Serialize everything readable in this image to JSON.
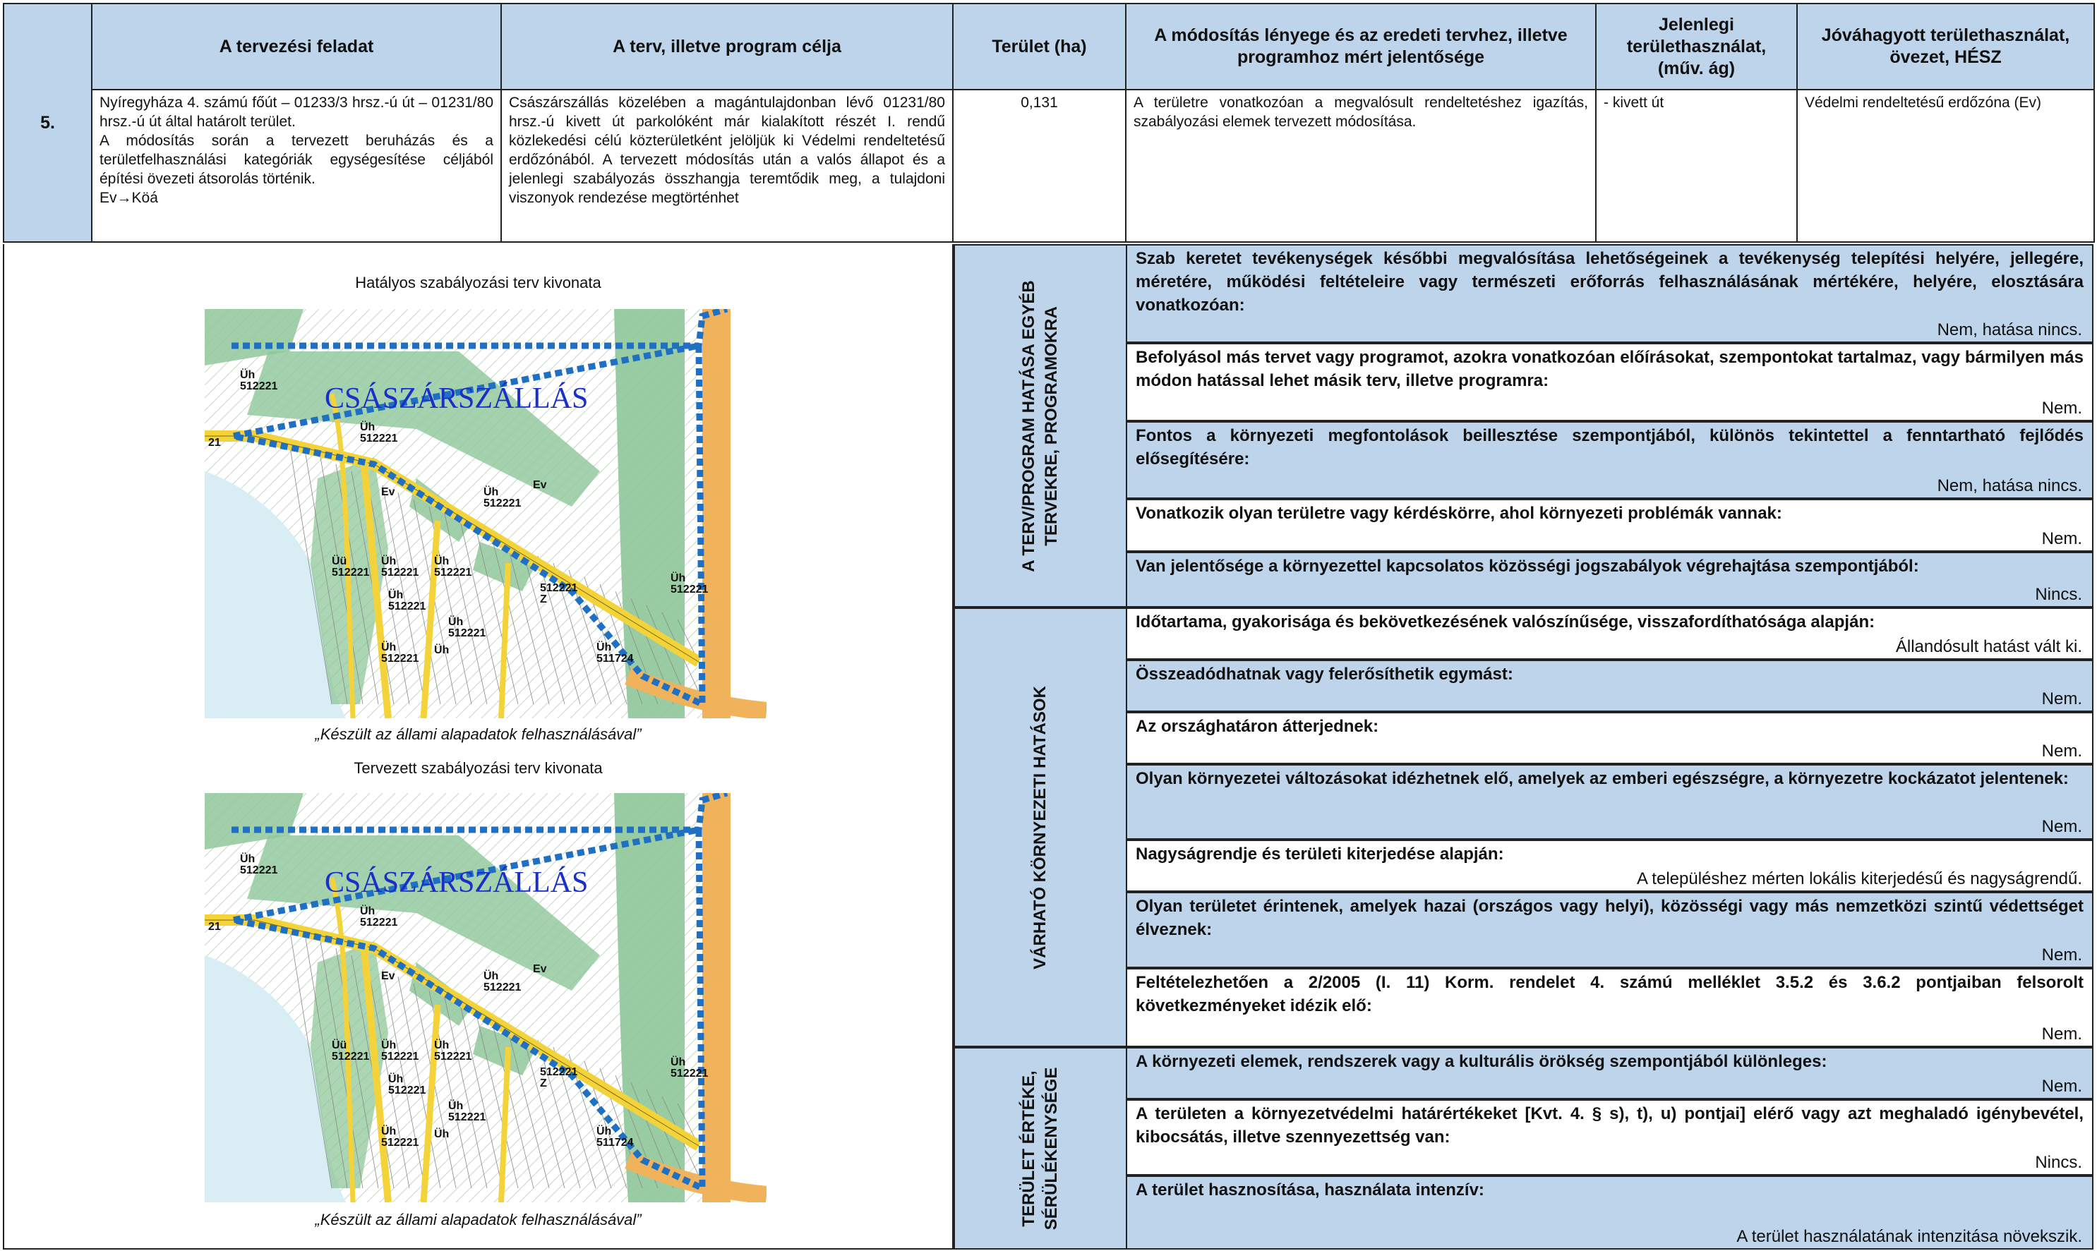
{
  "header": {
    "col_feladat": "A tervezési feladat",
    "col_cel": "A terv, illetve program célja",
    "col_terulet": "Terület (ha)",
    "col_modositas": "A módosítás lényege és az eredeti tervhez, illetve programhoz mért jelentősége",
    "col_jelenlegi": "Jelenlegi területhasználat, (műv. ág)",
    "col_jovahagyott": "Jóváhagyott területhasználat, övezet, HÉSZ"
  },
  "row": {
    "number": "5.",
    "feladat": "Nyíregyháza 4. számú főút – 01233/3 hrsz.-ú út – 01231/80 hrsz.-ú út által határolt terület.\nA módosítás során a tervezett beruházás és a területfelhasználási kategóriák egységesítése céljából építési övezeti átsorolás történik.\nEv→Köá",
    "cel": "Császárszállás közelében a magántulajdonban lévő 01231/80 hrsz.-ú kivett út parkolóként már kialakított részét I. rendű közlekedési célú közterületként jelöljük ki Védelmi rendeltetésű erdőzónából. A tervezett módosítás után a valós állapot és a jelenlegi szabályozás összhangja teremtődik meg, a tulajdoni viszonyok rendezése megtörténhet",
    "terulet": "0,131",
    "modositas": "A területre vonatkozóan a megvalósult rendeltetéshez igazítás, szabályozási elemek tervezett módosítása.",
    "jelenlegi": "- kivett út",
    "jovahagyott": "Védelmi rendeltetésű erdőzóna (Ev)"
  },
  "maps": [
    {
      "title": "Hatályos szabályozási terv kivonata",
      "caption": "„Készült az állami alapadatok felhasználásával”",
      "place": "CSÁSZÁRSZÁLLÁS",
      "labels": [
        "Üh",
        "512221",
        "Üh",
        "512221",
        "Ev",
        "Üh",
        "512221",
        "Ev",
        "Üü",
        "512221",
        "Üh",
        "512221",
        "Üh",
        "512221",
        "Üh",
        "512221",
        "Üh",
        "512221",
        "Üh",
        "512221",
        "Z",
        "Üh",
        "512221",
        "Üh",
        "511724",
        "Üh",
        "512221",
        "21"
      ]
    },
    {
      "title": "Tervezett szabályozási terv kivonata",
      "caption": "„Készült az állami alapadatok felhasználásával”",
      "place": "CSÁSZÁRSZÁLLÁS",
      "labels": [
        "Üh",
        "512221",
        "Üh",
        "512221",
        "Ev",
        "Üh",
        "512221",
        "Ev",
        "Üü",
        "512221",
        "Üh",
        "512221",
        "Üh",
        "512221",
        "Üh",
        "512221",
        "Üh",
        "512221",
        "Üh",
        "512221",
        "Z",
        "Üh",
        "512221",
        "Üh",
        "511724",
        "Üh",
        "512221",
        "21"
      ]
    }
  ],
  "categories": [
    {
      "label": "A TERV/PROGRAM HATÁSA EGYÉB\nTERVEKRE, PROGRAMOKRA"
    },
    {
      "label": "VÁRHATÓ KÖRNYEZETI HATÁSOK"
    },
    {
      "label": "TERÜLET ÉRTÉKE,\nSÉRÜLÉKENYSÉGE"
    }
  ],
  "items": [
    {
      "q": "Szab keretet tevékenységek későbbi megvalósítása lehetőségeinek a tevékenység telepítési helyére, jellegére, méretére, működési feltételeire vagy természeti erőforrás felhasználásának mértékére, helyére, elosztására vonatkozóan:",
      "a": "Nem, hatása nincs."
    },
    {
      "q": "Befolyásol más tervet vagy programot, azokra vonatkozóan előírásokat, szempontokat tartalmaz, vagy bármilyen más módon hatással lehet másik terv, illetve programra:",
      "a": "Nem."
    },
    {
      "q": "Fontos a környezeti megfontolások beillesztése szempontjából, különös tekintettel a fenntartható fejlődés elősegítésére:",
      "a": "Nem, hatása nincs."
    },
    {
      "q": "Vonatkozik olyan területre vagy kérdéskörre, ahol környezeti problémák vannak:",
      "a": "Nem."
    },
    {
      "q": "Van jelentősége a környezettel kapcsolatos közösségi jogszabályok végrehajtása szempontjából:",
      "a": "Nincs."
    },
    {
      "q": "Időtartama, gyakorisága és bekövetkezésének valószínűsége, visszafordíthatósága alapján:",
      "a": "Állandósult hatást vált ki."
    },
    {
      "q": "Összeadódhatnak vagy felerősíthetik egymást:",
      "a": "Nem."
    },
    {
      "q": "Az országhatáron átterjednek:",
      "a": "Nem."
    },
    {
      "q": "Olyan környezetei változásokat idézhetnek elő, amelyek az emberi egészségre, a környezetre kockázatot jelentenek:",
      "a": "Nem."
    },
    {
      "q": "Nagyságrendje és területi kiterjedése alapján:",
      "a": "A településhez mérten lokális kiterjedésű és nagyságrendű."
    },
    {
      "q": "Olyan területet érintenek, amelyek hazai (országos vagy helyi), közösségi vagy más nemzetközi szintű védettséget élveznek:",
      "a": "Nem."
    },
    {
      "q": "Feltételezhetően a 2/2005 (I. 11) Korm. rendelet 4. számú melléklet 3.5.2 és 3.6.2 pontjaiban felsorolt következményeket idézik elő:",
      "a": "Nem."
    },
    {
      "q": "A környezeti elemek, rendszerek vagy a kulturális örökség szempontjából különleges:",
      "a": "Nem."
    },
    {
      "q": "A területen a környezetvédelmi határértékeket [Kvt. 4. § s), t), u) pontjai] elérő vagy azt meghaladó igénybevétel, kibocsátás, illetve szennyezettség van:",
      "a": "Nincs."
    },
    {
      "q": "A terület hasznosítása, használata intenzív:",
      "a": "A terület használatának intenzitása növekszik."
    }
  ],
  "colors": {
    "header_blue": "#bdd4ea",
    "forest_green": "#8fc79a",
    "road_yellow": "#f4d33a",
    "boundary_blue": "#1f6fc2",
    "water_blue": "#d8eef4"
  }
}
